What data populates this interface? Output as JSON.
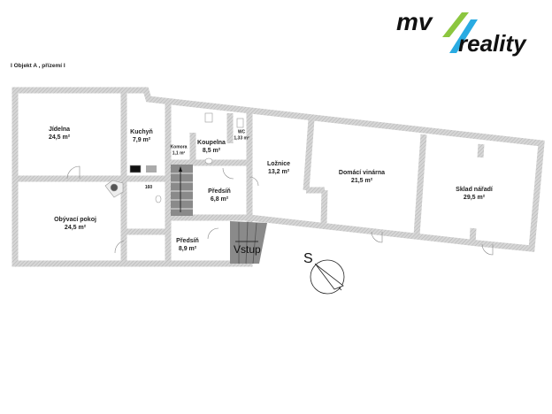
{
  "logo": {
    "text": "mv reality",
    "colors": {
      "text": "#111111",
      "slash1": "#8cc63f",
      "slash2": "#29abe2"
    }
  },
  "plan": {
    "title": "I Objekt A , přízemí I",
    "rooms": [
      {
        "name": "Jídelna",
        "area": "24,5 m²"
      },
      {
        "name": "Kuchyň",
        "area": "7,9 m²"
      },
      {
        "name": "Komora",
        "area": "1,1 m²"
      },
      {
        "name": "Koupelna",
        "area": "8,5 m²"
      },
      {
        "name": "WC",
        "area": "1,33 m²"
      },
      {
        "name": "Obývací pokoj",
        "area": "24,5 m²"
      },
      {
        "name": "Předsíň",
        "area": "6,8 m²"
      },
      {
        "name": "Předsíň",
        "area": "8,9 m²"
      },
      {
        "name": "Ložnice",
        "area": "13,2 m²"
      },
      {
        "name": "Domácí vinárna",
        "area": "21,5 m²"
      },
      {
        "name": "Sklad nářadí",
        "area": "29,5 m²"
      }
    ],
    "dimension": "160",
    "entrance": "Vstup",
    "north_label": "S",
    "colors": {
      "wall": "#c8c8c8",
      "stairs": "#8a8a8a"
    }
  }
}
